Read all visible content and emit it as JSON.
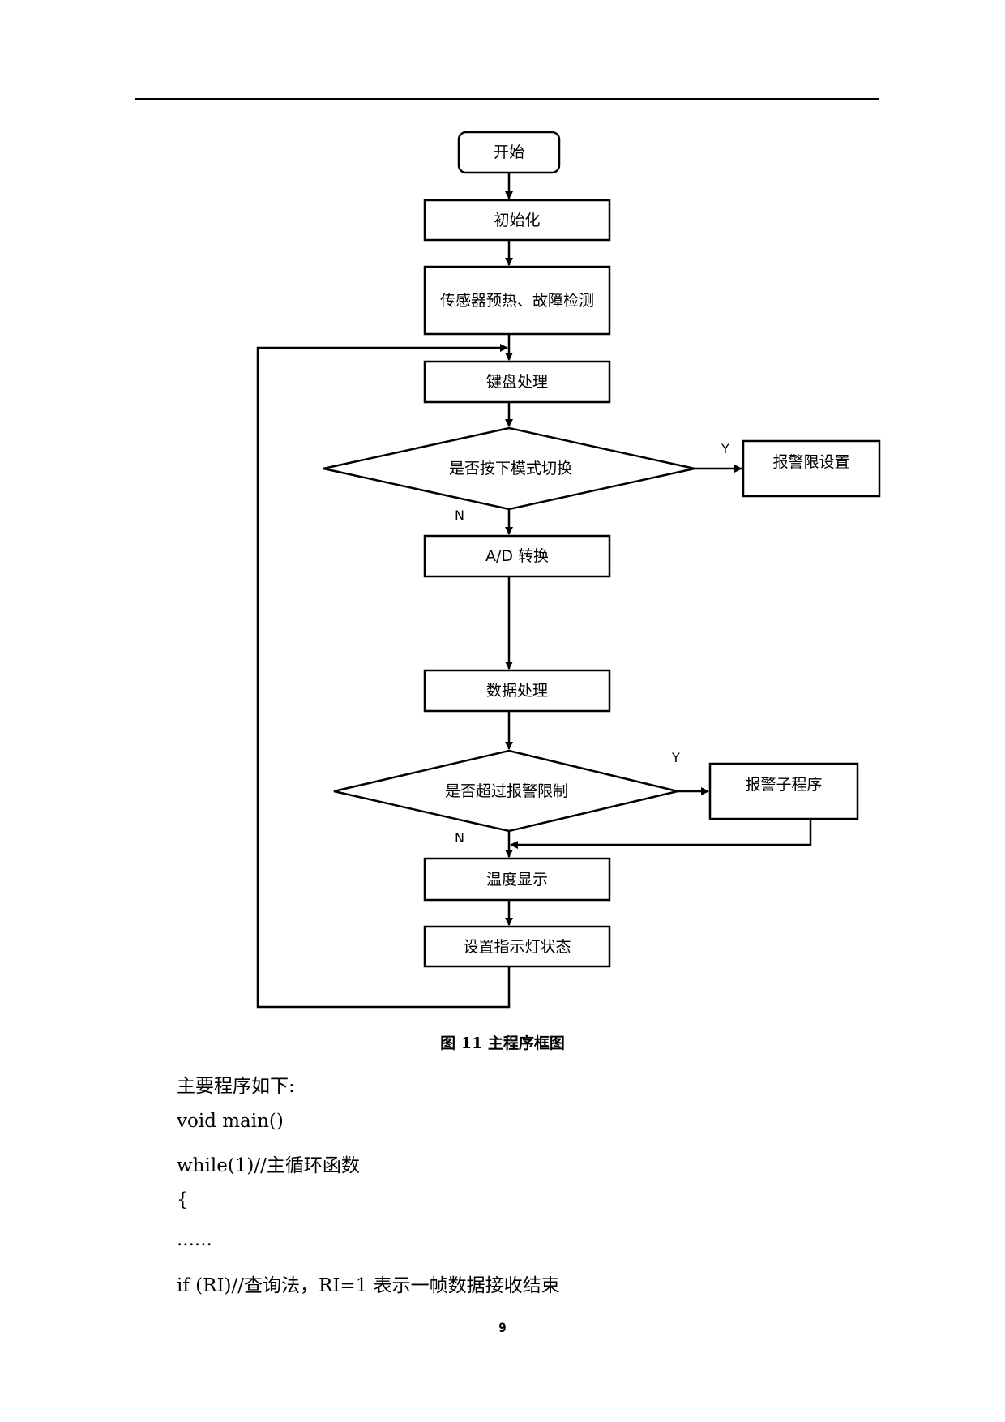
{
  "flowchart": {
    "start": "开始",
    "init": "初始化",
    "preheat": "传感器预热、故障检测",
    "keyboard": "键盘处理",
    "decision_mode": "是否按下模式切换",
    "alarm_limit_set": "报警限设置",
    "ad_convert": "A/D 转换",
    "data_process": "数据处理",
    "decision_alarm": "是否超过报警限制",
    "alarm_sub": "报警子程序",
    "temp_display": "温度显示",
    "indicator": "设置指示灯状态",
    "yes_label": "Y",
    "no_label": "N"
  },
  "caption": "图 11 主程序框图",
  "body": {
    "lines": [
      "主要程序如下:",
      "void main()",
      "while(1)//主循环函数",
      "{",
      "......",
      "if (RI)//查询法，RI=1 表示一帧数据接收结束"
    ]
  },
  "page_number": "9"
}
